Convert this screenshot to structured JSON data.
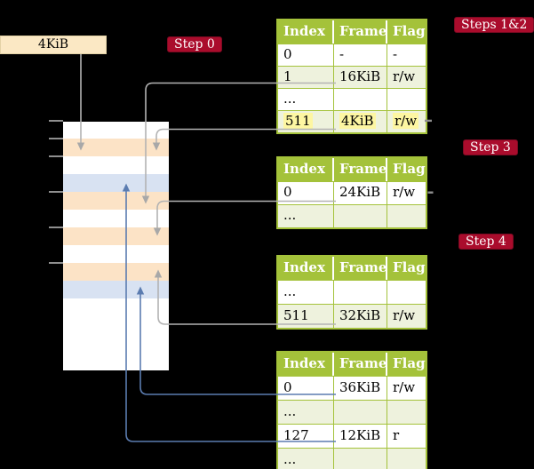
{
  "register": {
    "label": "4KiB"
  },
  "steps": {
    "step0": "Step 0",
    "steps12": "Steps 1&2",
    "step3": "Step 3",
    "step4": "Step 4"
  },
  "page_tables": [
    {
      "id": "page-table-level4",
      "headers": [
        "Index",
        "Frame",
        "Flags"
      ],
      "rows": [
        {
          "index": "0",
          "frame": "-",
          "flags": "-",
          "shaded": false,
          "highlight": false
        },
        {
          "index": "1",
          "frame": "16KiB",
          "flags": "r/w",
          "shaded": true,
          "highlight": false
        },
        {
          "index": "...",
          "frame": "",
          "flags": "",
          "shaded": false,
          "highlight": false
        },
        {
          "index": "511",
          "frame": "4KiB",
          "flags": "r/w",
          "shaded": true,
          "highlight": true
        }
      ]
    },
    {
      "id": "page-table-level3",
      "headers": [
        "Index",
        "Frame",
        "Flags"
      ],
      "rows": [
        {
          "index": "0",
          "frame": "24KiB",
          "flags": "r/w",
          "shaded": false,
          "highlight": false
        },
        {
          "index": "...",
          "frame": "",
          "flags": "",
          "shaded": true,
          "highlight": false
        }
      ]
    },
    {
      "id": "page-table-level2",
      "headers": [
        "Index",
        "Frame",
        "Flags"
      ],
      "rows": [
        {
          "index": "...",
          "frame": "",
          "flags": "",
          "shaded": false,
          "highlight": false
        },
        {
          "index": "511",
          "frame": "32KiB",
          "flags": "r/w",
          "shaded": true,
          "highlight": false
        }
      ]
    },
    {
      "id": "page-table-level1",
      "headers": [
        "Index",
        "Frame",
        "Flags"
      ],
      "rows": [
        {
          "index": "0",
          "frame": "36KiB",
          "flags": "r/w",
          "shaded": false,
          "highlight": false
        },
        {
          "index": "...",
          "frame": "",
          "flags": "",
          "shaded": true,
          "highlight": false
        },
        {
          "index": "127",
          "frame": "12KiB",
          "flags": "r",
          "shaded": false,
          "highlight": false
        },
        {
          "index": "...",
          "frame": "",
          "flags": "",
          "shaded": true,
          "highlight": false
        }
      ]
    }
  ],
  "memory_frames": [
    {
      "shade": "white"
    },
    {
      "shade": "peach"
    },
    {
      "shade": "white"
    },
    {
      "shade": "blue"
    },
    {
      "shade": "peach"
    },
    {
      "shade": "white"
    },
    {
      "shade": "peach"
    },
    {
      "shade": "white"
    },
    {
      "shade": "peach"
    },
    {
      "shade": "blue"
    },
    {
      "shade": "white"
    },
    {
      "shade": "white"
    },
    {
      "shade": "white"
    },
    {
      "shade": "white"
    }
  ],
  "colors": {
    "table_header_green": "#a4c23a",
    "pale_green_row": "#eef2dd",
    "highlight_yellow": "#fdf6a2",
    "peach_frame": "#fce3c6",
    "blue_frame": "#d8e2f2",
    "wheat_box": "#fbe8c4",
    "badge_red": "#aa0c2c",
    "gray_arrow": "#b3b3b3",
    "blue_arrow": "#5b7cb0"
  }
}
